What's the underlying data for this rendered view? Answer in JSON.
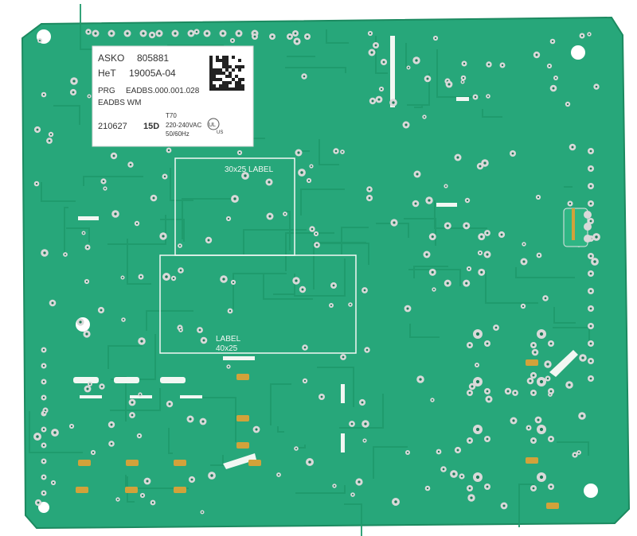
{
  "board": {
    "colors": {
      "substrate": "#27a77a",
      "trace": "#1f9a6c",
      "pad": "#d9d9d9",
      "silkscreen": "#f2f7f3",
      "gold_pad": "#d2a23a",
      "sticker": "#ffffff"
    }
  },
  "sticker": {
    "brand": "ASKO",
    "part_number": "805881",
    "het_label": "HeT",
    "het_code": "19005A-04",
    "prg_label": "PRG",
    "prg_code": "EADBS.000.001.028",
    "variant": "EADBS WM",
    "date_code": "210627",
    "batch": "15D",
    "temp_rating": "T70",
    "voltage": "220-240VAC",
    "frequency": "50/60Hz",
    "cert_mark": "UL",
    "cert_region": "US"
  },
  "silkscreen": {
    "label_small": "30x25 LABEL",
    "label_large_line1": "LABEL",
    "label_large_line2": "40x25"
  }
}
